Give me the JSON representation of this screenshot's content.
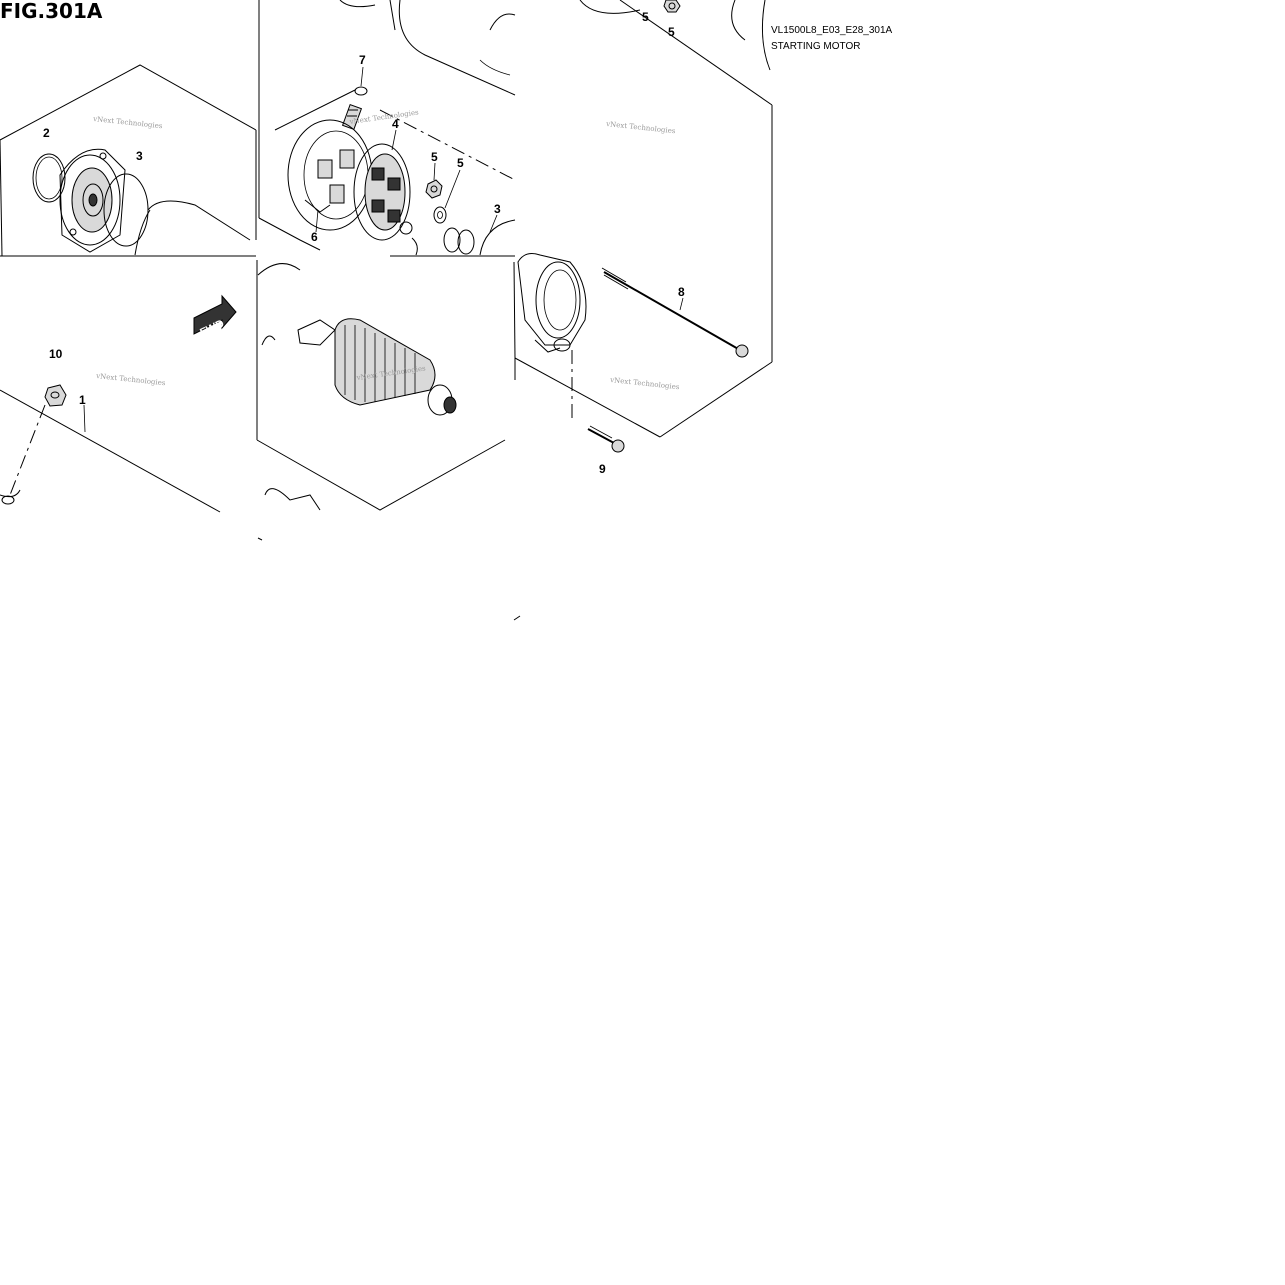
{
  "figure": {
    "title": "FIG.301A",
    "code": "VL1500L8_E03_E28_301A",
    "name": "STARTING MOTOR",
    "direction_label": "FWD"
  },
  "watermark": "vNext Technologies",
  "callouts": {
    "c1": "1",
    "c2": "2",
    "c3a": "3",
    "c3b": "3",
    "c4": "4",
    "c5a": "5",
    "c5b": "5",
    "c5c": "5",
    "c5d": "5",
    "c6": "6",
    "c7": "7",
    "c8": "8",
    "c9": "9",
    "c10": "10"
  }
}
